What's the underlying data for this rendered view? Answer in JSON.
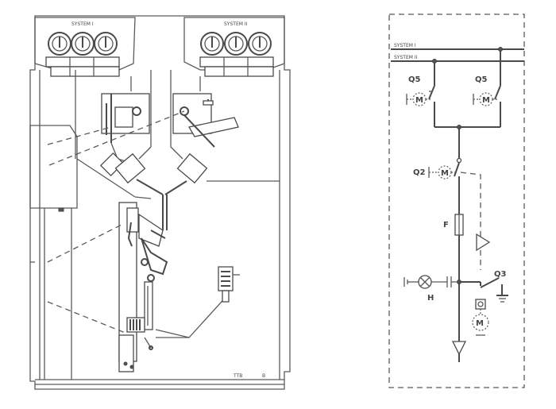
{
  "cross_section": {
    "busbar_system_1_label": "SYSTEM I",
    "busbar_system_2_label": "SYSTEM II",
    "corner_label_1": "TTB",
    "corner_label_2": "B"
  },
  "schematic": {
    "busbar_1_label": "SYSTEM I",
    "busbar_2_label": "SYSTEM II",
    "disconnector_1_label": "Q5",
    "disconnector_2_label": "Q5",
    "main_switch_label": "Q2",
    "motor_label": "M",
    "fuse_label": "F",
    "earthing_switch_label": "Q3",
    "indicator_label": "H"
  },
  "colors": {
    "line": "#5a5a5a",
    "background": "#ffffff"
  }
}
